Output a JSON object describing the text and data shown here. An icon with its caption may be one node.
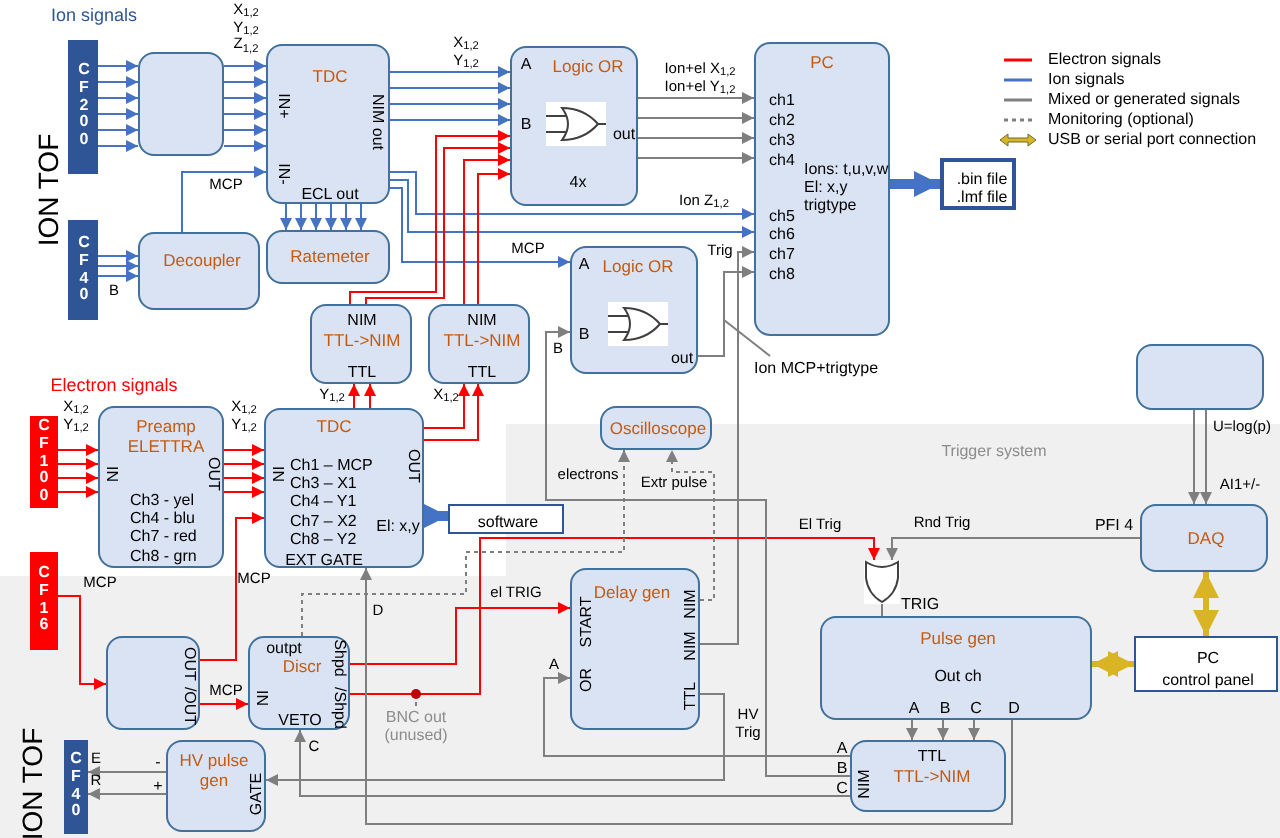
{
  "diagram": {
    "nodes": [
      {
        "text": [
          "CF200"
        ]
      },
      {
        "text": [],
        "shape": "box"
      },
      {
        "text": [
          "TDC",
          "IN+",
          "IN-",
          "NIM out",
          "ECL out"
        ]
      },
      {
        "text": [
          "Logic OR",
          "A",
          "B",
          "out",
          "4x"
        ]
      },
      {
        "text": [
          "PC",
          "ch1",
          "ch2",
          "ch3",
          "ch4",
          "ch5",
          "ch6",
          "ch7",
          "ch8",
          "Ions: t,u,v,w El: x,y trigtype"
        ]
      },
      {
        "text": [
          ".bin file .lmf file"
        ]
      },
      {
        "text": [
          "CF40"
        ]
      },
      {
        "text": [
          "Decoupler"
        ]
      },
      {
        "text": [
          "Ratemeter"
        ]
      },
      {
        "text": [
          "Logic OR",
          "A",
          "B",
          "out"
        ]
      },
      {
        "text": [
          "NIM",
          "TTL->NIM",
          "TTL"
        ]
      },
      {
        "text": [
          "NIM",
          "TTL->NIM",
          "TTL"
        ]
      },
      {
        "text": [],
        "shape": "box"
      },
      {
        "text": [
          "CF100"
        ]
      },
      {
        "text": [
          "Preamp ELETTRA",
          "IN",
          "OUT",
          "Ch3 - yel Ch4 - blu Ch7 - red Ch8 - grn"
        ]
      },
      {
        "text": [
          "TDC",
          "IN",
          "OUT",
          "Ch1 – MCP Ch3 – X1 Ch4 – Y1 Ch7 – X2 Ch8 – Y2",
          "El: x,y",
          "EXT GATE"
        ]
      },
      {
        "text": [
          "software"
        ]
      },
      {
        "text": [
          "Oscilloscope"
        ]
      },
      {
        "text": [
          "DAQ"
        ]
      },
      {
        "text": [
          "CF16"
        ]
      },
      {
        "text": [
          "OUT",
          "/OUT"
        ]
      },
      {
        "text": [
          "outpt",
          "Discr",
          "IN",
          "Shpd",
          "/Shpd",
          "VETO"
        ]
      },
      {
        "text": [
          "Delay gen",
          "START",
          "OR",
          "NIM",
          "NIM",
          "TTL"
        ]
      },
      {
        "text": [
          "Pulse gen",
          "Out ch",
          "A",
          "B",
          "C",
          "D"
        ]
      },
      {
        "text": [
          "PC",
          "control panel"
        ]
      },
      {
        "text": [
          "CF40"
        ]
      },
      {
        "text": [
          "HV pulse gen",
          "-",
          "+",
          "GATE"
        ]
      },
      {
        "text": [
          "TTL",
          "TTL->NIM",
          "NIM",
          "A",
          "B",
          "C"
        ]
      },
      {
        "text": [],
        "shape": "gate",
        "beside": [
          "TRIG"
        ]
      },
      {
        "text": [
          "Ion MCP+trigtype"
        ]
      },
      {
        "text": [
          "BNC out (unused)"
        ]
      }
    ],
    "edges": [
      {
        "from": 0,
        "to": 1,
        "arrow": "to"
      },
      {
        "from": 0,
        "to": 1,
        "arrow": "to"
      },
      {
        "from": 0,
        "to": 1,
        "arrow": "to"
      },
      {
        "from": 0,
        "to": 1,
        "arrow": "to"
      },
      {
        "from": 0,
        "to": 1,
        "arrow": "to"
      },
      {
        "from": 0,
        "to": 1,
        "arrow": "to"
      },
      {
        "from": 1,
        "to": 2,
        "arrow": "to",
        "label": "X$_{1,2}$ Y$_{1,2}$ Z$_{1,2}$"
      },
      {
        "from": 1,
        "to": 2,
        "arrow": "to"
      },
      {
        "from": 1,
        "to": 2,
        "arrow": "to"
      },
      {
        "from": 1,
        "to": 2,
        "arrow": "to"
      },
      {
        "from": 1,
        "to": 2,
        "arrow": "to"
      },
      {
        "from": 1,
        "to": 2,
        "arrow": "to"
      },
      {
        "from": 6,
        "to": 7,
        "arrow": "to"
      },
      {
        "from": 6,
        "to": 7,
        "arrow": "to"
      },
      {
        "from": 6,
        "to": 7,
        "arrow": "to",
        "label": "B"
      },
      {
        "from": 7,
        "to": 2,
        "arrow": "to",
        "label": "MCP"
      },
      {
        "from": 2,
        "to": 3,
        "arrow": "to",
        "label": "X$_{1,2}$ Y$_{1,2}$"
      },
      {
        "from": 2,
        "to": 3,
        "arrow": "to"
      },
      {
        "from": 2,
        "to": 3,
        "arrow": "to"
      },
      {
        "from": 2,
        "to": 3,
        "arrow": "to"
      },
      {
        "from": 2,
        "to": 8,
        "arrow": "to"
      },
      {
        "from": 2,
        "to": 8,
        "arrow": "to"
      },
      {
        "from": 2,
        "to": 8,
        "arrow": "to"
      },
      {
        "from": 2,
        "to": 8,
        "arrow": "to"
      },
      {
        "from": 2,
        "to": 8,
        "arrow": "to"
      },
      {
        "from": 2,
        "to": 8,
        "arrow": "to"
      },
      {
        "from": 3,
        "to": 4,
        "arrow": "to",
        "color": "#7f7f7f",
        "label": "Ion+el X$_{1,2}$ Ion+el Y$_{1,2}$"
      },
      {
        "from": 3,
        "to": 4,
        "arrow": "to",
        "color": "#7f7f7f"
      },
      {
        "from": 3,
        "to": 4,
        "arrow": "to",
        "color": "#7f7f7f"
      },
      {
        "from": 3,
        "to": 4,
        "arrow": "to",
        "color": "#7f7f7f"
      },
      {
        "from": 2,
        "to": 4,
        "arrow": "to",
        "label": "Ion Z$_{1,2}$"
      },
      {
        "from": 2,
        "to": 4,
        "arrow": "to"
      },
      {
        "from": 2,
        "to": 9,
        "arrow": "to",
        "label": "MCP"
      },
      {
        "from": 9,
        "to": 4,
        "arrow": "to",
        "color": "#7f7f7f"
      },
      {
        "from": 22,
        "to": 4,
        "arrow": "to",
        "color": "#7f7f7f",
        "label": "Trig"
      },
      {
        "from": 10,
        "to": 3,
        "arrow": "to",
        "color": "#ff0000"
      },
      {
        "from": 10,
        "to": 3,
        "arrow": "to",
        "color": "#ff0000"
      },
      {
        "from": 11,
        "to": 3,
        "arrow": "to",
        "color": "#ff0000"
      },
      {
        "from": 11,
        "to": 3,
        "arrow": "to",
        "color": "#ff0000"
      },
      {
        "from": 15,
        "to": 10,
        "arrow": "to",
        "color": "#ff0000",
        "label": "Y$_{1,2}$"
      },
      {
        "from": 15,
        "to": 10,
        "arrow": "to",
        "color": "#ff0000"
      },
      {
        "from": 15,
        "to": 11,
        "arrow": "to",
        "color": "#ff0000",
        "label": "X$_{1,2}$"
      },
      {
        "from": 15,
        "to": 11,
        "arrow": "to",
        "color": "#ff0000"
      },
      {
        "from": 13,
        "to": 14,
        "arrow": "to",
        "color": "#ff0000",
        "label": "X$_{1,2}$ Y$_{1,2}$"
      },
      {
        "from": 13,
        "to": 14,
        "arrow": "to",
        "color": "#ff0000"
      },
      {
        "from": 13,
        "to": 14,
        "arrow": "to",
        "color": "#ff0000"
      },
      {
        "from": 13,
        "to": 14,
        "arrow": "to",
        "color": "#ff0000"
      },
      {
        "from": 14,
        "to": 15,
        "arrow": "to",
        "color": "#ff0000",
        "label": "X$_{1,2}$ Y$_{1,2}$"
      },
      {
        "from": 14,
        "to": 15,
        "arrow": "to",
        "color": "#ff0000"
      },
      {
        "from": 14,
        "to": 15,
        "arrow": "to",
        "color": "#ff0000"
      },
      {
        "from": 14,
        "to": 15,
        "arrow": "to",
        "color": "#ff0000"
      },
      {
        "from": 15,
        "to": 16,
        "arrow": "to",
        "style": "thick"
      },
      {
        "from": 4,
        "to": 5,
        "arrow": "to",
        "style": "thick"
      },
      {
        "from": 19,
        "to": 20,
        "arrow": "to",
        "color": "#ff0000",
        "label": "MCP"
      },
      {
        "from": 20,
        "to": 15,
        "arrow": "to",
        "color": "#ff0000",
        "label": "MCP"
      },
      {
        "from": 20,
        "to": 21,
        "arrow": "to",
        "color": "#ff0000",
        "label": "MCP"
      },
      {
        "from": 21,
        "to": 22,
        "arrow": "to",
        "color": "#ff0000",
        "label": "el TRIG"
      },
      {
        "from": 21,
        "to": 28,
        "arrow": "to",
        "color": "#ff0000",
        "label": "El Trig"
      },
      {
        "from": 30,
        "to": null,
        "arrow": "none",
        "style": "dashed",
        "color": "#7f7f7f"
      },
      {
        "from": 21,
        "to": 17,
        "arrow": "to",
        "style": "dashed",
        "color": "#7f7f7f",
        "label": "electrons"
      },
      {
        "from": 22,
        "to": 17,
        "arrow": "to",
        "style": "dashed",
        "color": "#7f7f7f",
        "label": "Extr pulse"
      },
      {
        "from": 18,
        "to": 28,
        "arrow": "to",
        "color": "#7f7f7f",
        "label": "Rnd Trig"
      },
      {
        "from": 28,
        "to": 23,
        "arrow": "none",
        "color": "#7f7f7f"
      },
      {
        "from": 12,
        "to": 18,
        "arrow": "to",
        "color": "#7f7f7f",
        "label": "U=log(p)"
      },
      {
        "from": 12,
        "to": 18,
        "arrow": "to",
        "color": "#7f7f7f",
        "label": "AI1+/-"
      },
      {
        "from": 18,
        "to": 24,
        "arrow": "both",
        "style": "thick",
        "color": "#d9b526"
      },
      {
        "from": 23,
        "to": 24,
        "arrow": "both",
        "style": "thick",
        "color": "#d9b526"
      },
      {
        "from": 23,
        "to": 27,
        "arrow": "to",
        "color": "#7f7f7f"
      },
      {
        "from": 23,
        "to": 27,
        "arrow": "to",
        "color": "#7f7f7f"
      },
      {
        "from": 23,
        "to": 27,
        "arrow": "to",
        "color": "#7f7f7f"
      },
      {
        "from": 27,
        "to": 22,
        "arrow": "to",
        "color": "#7f7f7f",
        "label": "A"
      },
      {
        "from": 27,
        "to": 9,
        "arrow": "to",
        "color": "#7f7f7f",
        "label": "B"
      },
      {
        "from": 27,
        "to": 21,
        "arrow": "to",
        "color": "#7f7f7f",
        "label": "C"
      },
      {
        "from": 23,
        "to": 15,
        "arrow": "to",
        "color": "#7f7f7f",
        "label": "D"
      },
      {
        "from": 22,
        "to": 26,
        "arrow": "to",
        "color": "#7f7f7f",
        "label": "HV Trig"
      },
      {
        "from": 26,
        "to": 25,
        "arrow": "to",
        "color": "#7f7f7f",
        "label": "E"
      },
      {
        "from": 26,
        "to": 25,
        "arrow": "to",
        "color": "#7f7f7f",
        "label": "R"
      },
      {
        "from": 29,
        "to": null,
        "arrow": "none",
        "color": "#7f7f7f"
      }
    ],
    "labels": [
      "Ion signals",
      "ION TOF",
      "Electron signals",
      "ION TOF",
      "PFI 4",
      "Trigger system"
    ],
    "legend": [
      {
        "text": "Electron signals"
      },
      {
        "text": "Ion signals"
      },
      {
        "text": "Mixed or generated signals"
      },
      {
        "text": "Monitoring (optional)"
      },
      {
        "text": "USB or serial port connection"
      }
    ]
  }
}
